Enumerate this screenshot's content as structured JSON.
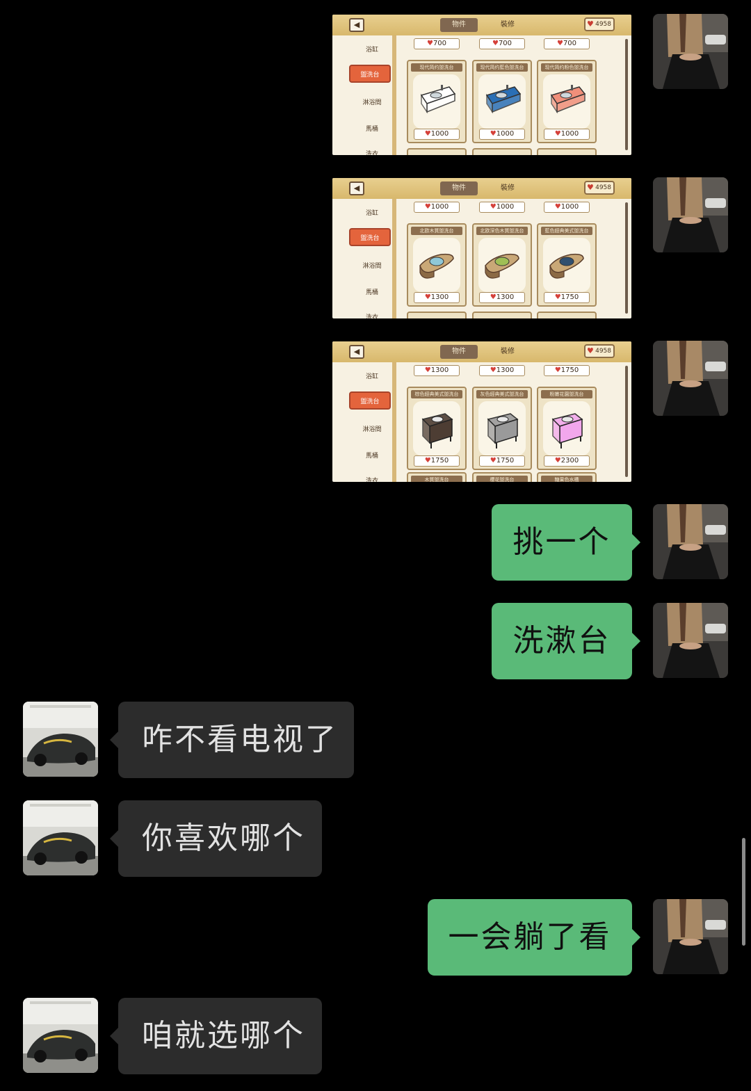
{
  "screenshots": [
    {
      "tabs": {
        "items": "物件",
        "decor": "裝修"
      },
      "currency": "4958",
      "categories": [
        "浴缸",
        "盥洗台",
        "淋浴間",
        "馬桶",
        "洗衣"
      ],
      "active_category": "盥洗台",
      "top_prices": [
        "700",
        "700",
        "700"
      ],
      "items": [
        {
          "name": "现代简约盥洗台",
          "price": "1000",
          "color": "#ffffff"
        },
        {
          "name": "现代简约藍色盥洗台",
          "price": "1000",
          "color": "#2a6fb5"
        },
        {
          "name": "现代简约粉色盥洗台",
          "price": "1000",
          "color": "#f08f7a"
        }
      ]
    },
    {
      "tabs": {
        "items": "物件",
        "decor": "裝修"
      },
      "currency": "4958",
      "categories": [
        "浴缸",
        "盥洗台",
        "淋浴間",
        "馬桶",
        "洗衣"
      ],
      "active_category": "盥洗台",
      "top_prices": [
        "1000",
        "1000",
        "1000"
      ],
      "items": [
        {
          "name": "北欧木質盥洗台",
          "price": "1300",
          "color": "#8fc8d8"
        },
        {
          "name": "北欧深色木質盥洗台",
          "price": "1300",
          "color": "#9fbf55"
        },
        {
          "name": "藍色經典美式盥洗台",
          "price": "1750",
          "color": "#2f4f6f"
        }
      ]
    },
    {
      "tabs": {
        "items": "物件",
        "decor": "裝修"
      },
      "currency": "4958",
      "categories": [
        "浴缸",
        "盥洗台",
        "淋浴間",
        "馬桶",
        "洗衣"
      ],
      "active_category": "盥洗台",
      "top_prices": [
        "1300",
        "1300",
        "1750"
      ],
      "items": [
        {
          "name": "棕色經典美式盥洗台",
          "price": "1750",
          "color": "#4d3d33"
        },
        {
          "name": "灰色經典美式盥洗台",
          "price": "1750",
          "color": "#9a9a9a"
        },
        {
          "name": "粉嫩花園盥洗台",
          "price": "2300",
          "color": "#f2a7ec"
        }
      ],
      "bottom_labels": [
        "木質盥洗台",
        "櫻花盥洗台",
        "糖果色水槽"
      ]
    }
  ],
  "messages": [
    {
      "side": "out",
      "text": "挑一个"
    },
    {
      "side": "out",
      "text": "洗漱台"
    },
    {
      "side": "in",
      "text": "咋不看电视了"
    },
    {
      "side": "in",
      "text": "你喜欢哪个"
    },
    {
      "side": "out",
      "text": "一会躺了看"
    },
    {
      "side": "in",
      "text": "咱就选哪个"
    }
  ]
}
